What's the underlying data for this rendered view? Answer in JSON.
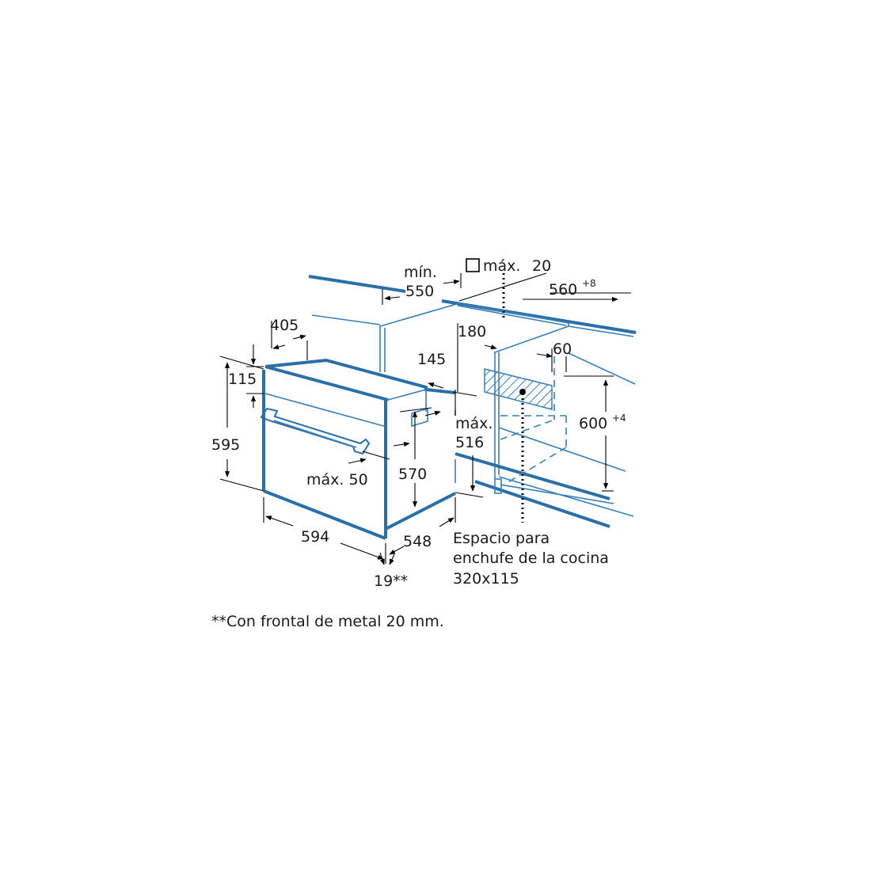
{
  "diagram": {
    "dimensions": {
      "min_label": "mín.",
      "d550": "550",
      "max_label_top": "máx.",
      "d20": "20",
      "d560": "560",
      "d560_tol": "+8",
      "d405": "405",
      "d180": "180",
      "d60": "60",
      "d145": "145",
      "d115": "115",
      "d595": "595",
      "d600": "600",
      "d600_tol": "+4",
      "max516_label": "máx.",
      "d516": "516",
      "d570": "570",
      "max50": "máx. 50",
      "d594": "594",
      "d548": "548",
      "d19": "19**"
    },
    "socket_note": {
      "line1": "Espacio para",
      "line2": "enchufe de la cocina",
      "line3": "320x115"
    },
    "footnote": "**Con frontal de metal 20 mm.",
    "colors": {
      "line_blue": "#2a6fa8",
      "text": "#1a1a1a"
    }
  }
}
